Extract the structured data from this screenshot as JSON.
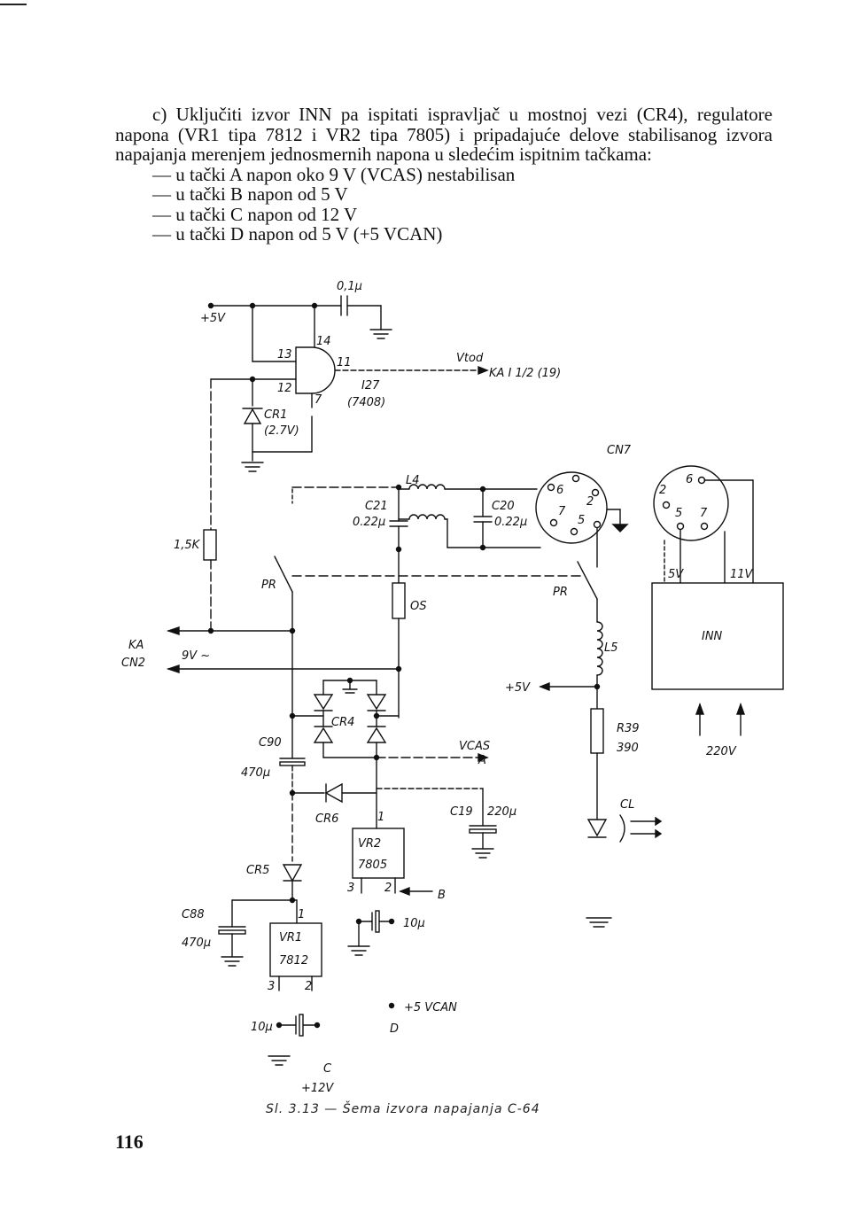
{
  "text": {
    "paragraph": "c) Uključiti izvor INN pa ispitati ispravljač u mostnoj vezi (CR4), regulatore napona (VR1 tipa 7812 i VR2 tipa 7805) i pripadajuće delove stabilisanog izvora napajanja merenjem jednosmernih napona u sledećim ispitnim tačkama:",
    "items": [
      "— u tački A napon oko 9 V (VCAS) nestabilisan",
      "— u tački B napon od 5 V",
      "— u tački C napon od 12 V",
      "— u tački D napon od 5 V (+5 VCAN)"
    ]
  },
  "schematic": {
    "labels": {
      "cap_01": "0,1μ",
      "plus5v_top": "+5V",
      "pin14": "14",
      "pin13": "13",
      "pin11": "11",
      "pin12": "12",
      "pin7": "7",
      "vtod": "Vtod",
      "ka_i12": "KA I 1/2 (19)",
      "i27": "I27",
      "ic7408": "(7408)",
      "cr1": "CR1",
      "cr1_v": "(2.7V)",
      "cn7": "CN7",
      "l4": "L4",
      "c21": "C21",
      "c21_v": "0.22μ",
      "c20": "C20",
      "c20_v": "0.22μ",
      "cn7_p6": "6",
      "cn7_p2": "2",
      "cn7_p7": "7",
      "cn7_p5": "5",
      "inn_p2": "2",
      "inn_p6": "6",
      "inn_p5": "5",
      "inn_p7": "7",
      "r15k": "1,5K",
      "pr_left": "PR",
      "pr_right": "PR",
      "os": "OS",
      "v5": "5V",
      "v11": "11V",
      "inn": "INN",
      "ka": "KA",
      "cn2": "CN2",
      "v9": "9V ~",
      "l5": "L5",
      "plus5v_mid": "+5V",
      "cr4": "CR4",
      "c90": "C90",
      "c90_v": "470μ",
      "vcas": "VCAS",
      "point_a": "A",
      "r39": "R39",
      "r39_v": "390",
      "v220": "220V",
      "cr6": "CR6",
      "vr2_pin1": "1",
      "c19": "C19",
      "c19_v": "220μ",
      "vr2": "VR2",
      "vr2_type": "7805",
      "cl": "CL",
      "cr5": "CR5",
      "vr2_pin3": "3",
      "vr2_pin2": "2",
      "point_b": "B",
      "c88": "C88",
      "c88_v": "470μ",
      "vr1_pin1": "1",
      "cap10_right": "10μ",
      "vr1": "VR1",
      "vr1_type": "7812",
      "vr1_pin3": "3",
      "vr1_pin2": "2",
      "vcan": "+5 VCAN",
      "point_d": "D",
      "cap10_left": "10μ",
      "point_c": "C",
      "plus12v": "+12V"
    }
  },
  "caption": "Sl. 3.13 — Šema izvora napajanja C-64",
  "page_number": "116"
}
